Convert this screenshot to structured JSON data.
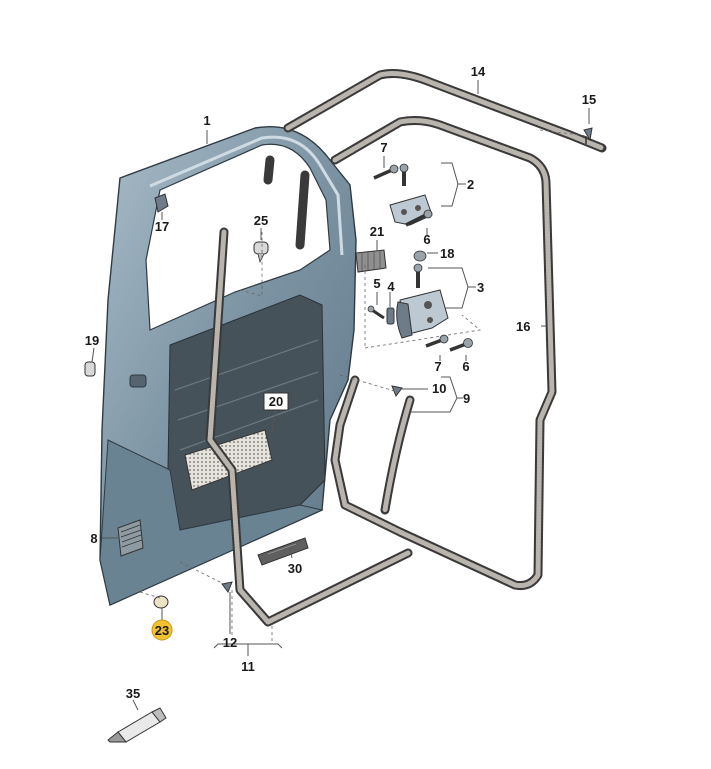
{
  "labels": {
    "p1": "1",
    "p2": "2",
    "p3": "3",
    "p4": "4",
    "p5": "5",
    "p6a": "6",
    "p6b": "6",
    "p7a": "7",
    "p7b": "7",
    "p8": "8",
    "p9": "9",
    "p10": "10",
    "p11": "11",
    "p12": "12",
    "p14": "14",
    "p15": "15",
    "p16": "16",
    "p17": "17",
    "p18": "18",
    "p19": "19",
    "p20": "20",
    "p21": "21",
    "p23": "23",
    "p25": "25",
    "p30": "30",
    "p35": "35"
  },
  "colors": {
    "door_panel": "#6f8797",
    "door_panel_light": "#a9bcc8",
    "door_inner_dark": "#3f4a52",
    "seal": "#3a3a3a",
    "highlight_badge": "#f2c230"
  }
}
